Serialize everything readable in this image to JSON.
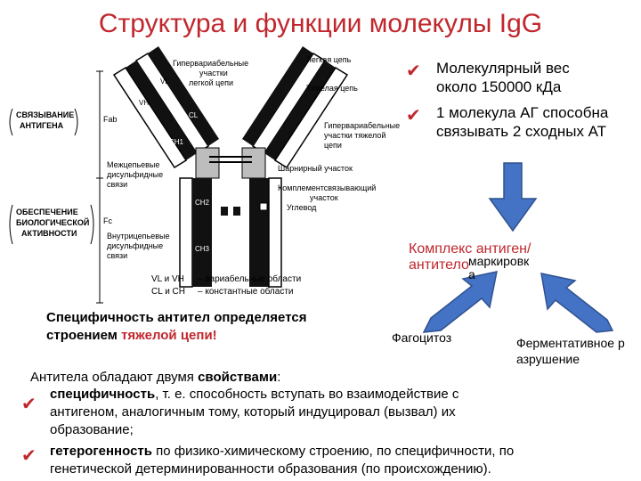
{
  "slide": {
    "title": "Структура и функции молекулы IgG",
    "facts": [
      "Молекулярный вес",
      "около 150000 кДа",
      "1 молекула АГ способна",
      "связывать 2 сходных АТ"
    ],
    "diagram_labels": {
      "hyper_light": [
        "Гипервариабельные",
        "участки",
        "легкой цепи"
      ],
      "light_chain": "Легкая цепь",
      "heavy_chain": "Тяжелая цепь",
      "hyper_heavy": [
        "Гипервариабельные",
        "участки тяжелой",
        "цепи"
      ],
      "binding": [
        "СВЯЗЫВАНИЕ",
        "АНТИГЕНА"
      ],
      "fab": "Fab",
      "interchain": [
        "Межцепьевые",
        "дисульфидные",
        "связи"
      ],
      "hinge": "Шарнирный участок",
      "complement": [
        "Комплементсвязывающий",
        "участок"
      ],
      "carb": "Углевод",
      "bio": [
        "ОБЕСПЕЧЕНИЕ",
        "БИОЛОГИЧЕСКОЙ",
        "АКТИВНОСТИ"
      ],
      "fc": "Fc",
      "intrachain": [
        "Внутрицепьевые",
        "дисульфидные",
        "связи"
      ],
      "var_sym": "VL и VH",
      "var_text": "– вариабельные области",
      "const_sym": "CL и CH",
      "const_text": "– константные области",
      "d_vl": "VL",
      "d_vh": "VH",
      "d_cl": "CL",
      "d_ch1": "CH1",
      "d_ch2": "CH2",
      "d_ch3": "CH3"
    },
    "complex_label": "Комплекс антиген/антитело",
    "marking_label": "маркировка",
    "phago_label": "Фагоцитоз",
    "enzyme_label": "Ферментативное разрушение",
    "specificity": {
      "part1": "Специфичность антител определяется строением",
      "part2": "тяжелой цепи!"
    },
    "properties_intro_a": "Антитела обладают двумя",
    "properties_intro_b": "свойствами",
    "properties_intro_c": ":",
    "spec_term": "специфичность",
    "spec_l1": ", т. е. способность вступать во взаимодействие с",
    "spec_l2": "антигеном, аналогичным тому, который индуцировал (вызвал) их",
    "spec_l3": "образование;",
    "gen_term": "гетерогенность",
    "gen_l1": "по физико-химическому строению, по специфичности, по",
    "gen_l2": "генетической детерминированности образования (по происхождению).",
    "colors": {
      "title": "#c0272d",
      "arrow": "#4472c4",
      "arrow_border": "#2f528f"
    }
  }
}
